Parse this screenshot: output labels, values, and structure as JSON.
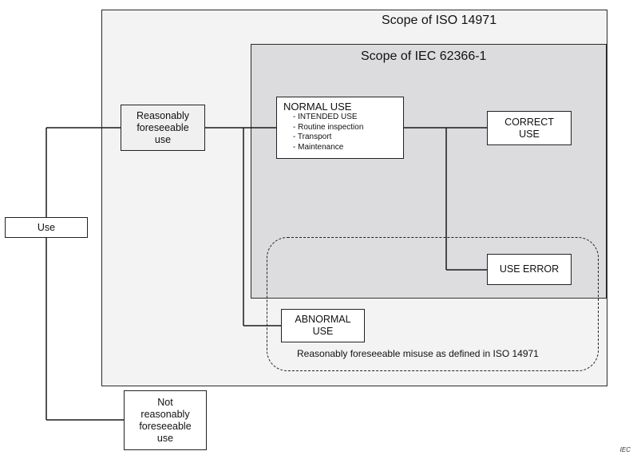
{
  "scopes": {
    "iso": "Scope of ISO 14971",
    "iec": "Scope of IEC 62366-1",
    "misuse": "Reasonably foreseeable misuse as defined in ISO 14971"
  },
  "nodes": {
    "use": "Use",
    "reasonably_foreseeable": [
      "Reasonably",
      "foreseeable",
      "use"
    ],
    "not_reasonably_foreseeable": [
      "Not",
      "reasonably",
      "foreseeable",
      "use"
    ],
    "normal_use": {
      "title": "NORMAL USE",
      "items": [
        "- INTENDED USE",
        "- Routine inspection",
        "- Transport",
        "- Maintenance"
      ]
    },
    "correct_use": [
      "CORRECT",
      "USE"
    ],
    "use_error": "USE ERROR",
    "abnormal_use": [
      "ABNORMAL",
      "USE"
    ]
  },
  "footer": {
    "mark": "IEC"
  }
}
